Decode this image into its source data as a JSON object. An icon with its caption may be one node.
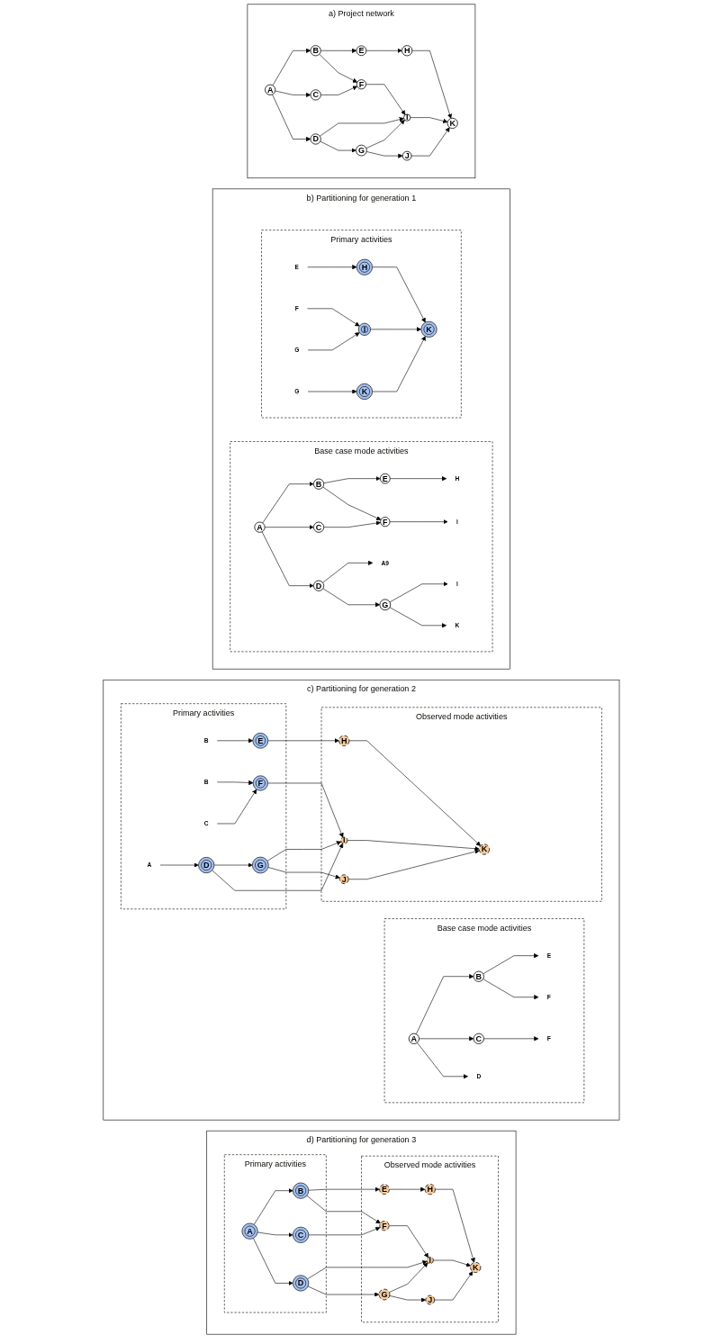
{
  "diagram": {
    "nodes": [
      {
        "text": [
          "a) Project network"
        ]
      },
      {
        "text": [
          "A"
        ],
        "in": 0
      },
      {
        "text": [
          "B"
        ],
        "in": 0
      },
      {
        "text": [
          "C"
        ],
        "in": 0
      },
      {
        "text": [
          "D"
        ],
        "in": 0
      },
      {
        "text": [
          "E"
        ],
        "in": 0
      },
      {
        "text": [
          "F"
        ],
        "in": 0
      },
      {
        "text": [
          "G"
        ],
        "in": 0
      },
      {
        "text": [
          "H"
        ],
        "in": 0
      },
      {
        "text": [
          "I"
        ],
        "in": 0
      },
      {
        "text": [
          "J"
        ],
        "in": 0
      },
      {
        "text": [
          "K"
        ],
        "in": 0
      },
      {
        "text": [
          "b) Partitioning for generation 1"
        ]
      },
      {
        "text": [
          "Base case mode activities"
        ],
        "in": 12
      },
      {
        "text": [
          "A"
        ],
        "in": 13
      },
      {
        "text": [
          "B"
        ],
        "in": 13
      },
      {
        "text": [
          "C"
        ],
        "in": 13
      },
      {
        "text": [
          "D"
        ],
        "in": 13
      },
      {
        "text": [
          "E"
        ],
        "in": 13
      },
      {
        "text": [
          "F"
        ],
        "in": 13
      },
      {
        "text": [
          "G"
        ],
        "in": 13
      },
      {
        "text": [
          "H"
        ],
        "in": 13
      },
      {
        "text": [
          "I"
        ],
        "in": 13
      },
      {
        "text": [
          "A9"
        ],
        "in": 13
      },
      {
        "text": [
          "I"
        ],
        "in": 13
      },
      {
        "text": [
          "K"
        ],
        "in": 13
      },
      {
        "text": [
          "Primary activities"
        ],
        "in": 12
      },
      {
        "text": [
          "E"
        ],
        "in": 26
      },
      {
        "text": [
          "H"
        ],
        "in": 26
      },
      {
        "text": [
          "F"
        ],
        "in": 26
      },
      {
        "text": [
          "I"
        ],
        "in": 26
      },
      {
        "text": [
          "K"
        ],
        "in": 26
      },
      {
        "text": [
          "G"
        ],
        "in": 26
      },
      {
        "text": [
          "G"
        ],
        "in": 26
      },
      {
        "text": [
          "K"
        ],
        "in": 26
      },
      {
        "text": [
          "c) Partitioning for generation 2"
        ]
      },
      {
        "text": [
          "Base case mode activities"
        ],
        "in": 35
      },
      {
        "text": [
          "B"
        ],
        "in": 36
      },
      {
        "text": [
          "E"
        ],
        "in": 36
      },
      {
        "text": [
          "F"
        ],
        "in": 36
      },
      {
        "text": [
          "A"
        ],
        "in": 36
      },
      {
        "text": [
          "C"
        ],
        "in": 36
      },
      {
        "text": [
          "F"
        ],
        "in": 36
      },
      {
        "text": [
          "D"
        ],
        "in": 36
      },
      {
        "text": [
          "Primary activities"
        ],
        "in": 35
      },
      {
        "text": [
          "B"
        ],
        "in": 44
      },
      {
        "text": [
          "E"
        ],
        "in": 44
      },
      {
        "text": [
          "B"
        ],
        "in": 44
      },
      {
        "text": [
          "C"
        ],
        "in": 44
      },
      {
        "text": [
          "F"
        ],
        "in": 44
      },
      {
        "text": [
          "A"
        ],
        "in": 44
      },
      {
        "text": [
          "D"
        ],
        "in": 44
      },
      {
        "text": [
          "G"
        ],
        "in": 44
      },
      {
        "text": [
          "Observed mode activities"
        ],
        "in": 35
      },
      {
        "text": [
          "H"
        ],
        "in": 53
      },
      {
        "text": [
          "I"
        ],
        "in": 53
      },
      {
        "text": [
          "K"
        ],
        "in": 53
      },
      {
        "text": [
          "J"
        ],
        "in": 53
      },
      {
        "text": [
          "d) Partitioning for generation 3"
        ]
      },
      {
        "text": [
          "Primary activities"
        ],
        "in": 58
      },
      {
        "text": [
          "A"
        ],
        "in": 59
      },
      {
        "text": [
          "B"
        ],
        "in": 59
      },
      {
        "text": [
          "C"
        ],
        "in": 59
      },
      {
        "text": [
          "D"
        ],
        "in": 59
      },
      {
        "text": [
          "Observed mode activities"
        ],
        "in": 58
      },
      {
        "text": [
          "E"
        ],
        "in": 64
      },
      {
        "text": [
          "H"
        ],
        "in": 64
      },
      {
        "text": [
          "F"
        ],
        "in": 64
      },
      {
        "text": [
          "I"
        ],
        "in": 64
      },
      {
        "text": [
          "K"
        ],
        "in": 64
      },
      {
        "text": [
          "G"
        ],
        "in": 64
      },
      {
        "text": [
          "J"
        ],
        "in": 64
      }
    ],
    "edges": [
      {
        "from": 1,
        "to": 2,
        "arrow": "to"
      },
      {
        "from": 1,
        "to": 3,
        "arrow": "to"
      },
      {
        "from": 1,
        "to": 4,
        "arrow": "to"
      },
      {
        "from": 2,
        "to": 5,
        "arrow": "to"
      },
      {
        "from": 2,
        "to": 6,
        "arrow": "to"
      },
      {
        "from": 3,
        "to": 6,
        "arrow": "to"
      },
      {
        "from": 4,
        "to": 9,
        "arrow": "to"
      },
      {
        "from": 4,
        "to": 7,
        "arrow": "to"
      },
      {
        "from": 5,
        "to": 8,
        "arrow": "to"
      },
      {
        "from": 6,
        "to": 9,
        "arrow": "to"
      },
      {
        "from": 7,
        "to": 9,
        "arrow": "to"
      },
      {
        "from": 7,
        "to": 10,
        "arrow": "to"
      },
      {
        "from": 8,
        "to": 11,
        "arrow": "to"
      },
      {
        "from": 9,
        "to": 11,
        "arrow": "to"
      },
      {
        "from": 10,
        "to": 11,
        "arrow": "to"
      },
      {
        "from": 14,
        "to": 15,
        "arrow": "to"
      },
      {
        "from": 14,
        "to": 16,
        "arrow": "to"
      },
      {
        "from": 14,
        "to": 17,
        "arrow": "to"
      },
      {
        "from": 15,
        "to": 18,
        "arrow": "to"
      },
      {
        "from": 15,
        "to": 19,
        "arrow": "to"
      },
      {
        "from": 16,
        "to": 19,
        "arrow": "to"
      },
      {
        "from": 17,
        "to": 23,
        "arrow": "to"
      },
      {
        "from": 17,
        "to": 20,
        "arrow": "to"
      },
      {
        "from": 18,
        "to": 21,
        "arrow": "to"
      },
      {
        "from": 19,
        "to": 22,
        "arrow": "to"
      },
      {
        "from": 20,
        "to": 24,
        "arrow": "to"
      },
      {
        "from": 20,
        "to": 25,
        "arrow": "to"
      },
      {
        "from": 27,
        "to": 28,
        "arrow": "to"
      },
      {
        "from": 29,
        "to": 30,
        "arrow": "to"
      },
      {
        "from": 32,
        "to": 30,
        "arrow": "to"
      },
      {
        "from": 33,
        "to": 34,
        "arrow": "to"
      },
      {
        "from": 28,
        "to": 31,
        "arrow": "to"
      },
      {
        "from": 30,
        "to": 31,
        "arrow": "to"
      },
      {
        "from": 34,
        "to": 31,
        "arrow": "to"
      },
      {
        "from": 40,
        "to": 37,
        "arrow": "to"
      },
      {
        "from": 40,
        "to": 41,
        "arrow": "to"
      },
      {
        "from": 40,
        "to": 43,
        "arrow": "to"
      },
      {
        "from": 37,
        "to": 38,
        "arrow": "to"
      },
      {
        "from": 37,
        "to": 39,
        "arrow": "to"
      },
      {
        "from": 41,
        "to": 42,
        "arrow": "to"
      },
      {
        "from": 45,
        "to": 46,
        "arrow": "to"
      },
      {
        "from": 47,
        "to": 49,
        "arrow": "to"
      },
      {
        "from": 48,
        "to": 49,
        "arrow": "to"
      },
      {
        "from": 50,
        "to": 51,
        "arrow": "to"
      },
      {
        "from": 51,
        "to": 52,
        "arrow": "to"
      },
      {
        "from": 51,
        "to": 55,
        "arrow": "to"
      },
      {
        "from": 52,
        "to": 55,
        "arrow": "to"
      },
      {
        "from": 52,
        "to": 57,
        "arrow": "to"
      },
      {
        "from": 46,
        "to": 54,
        "arrow": "to"
      },
      {
        "from": 49,
        "to": 55,
        "arrow": "to"
      },
      {
        "from": 54,
        "to": 56,
        "arrow": "to"
      },
      {
        "from": 55,
        "to": 56,
        "arrow": "to"
      },
      {
        "from": 57,
        "to": 56,
        "arrow": "to"
      },
      {
        "from": 60,
        "to": 61,
        "arrow": "to"
      },
      {
        "from": 60,
        "to": 62,
        "arrow": "to"
      },
      {
        "from": 60,
        "to": 63,
        "arrow": "to"
      },
      {
        "from": 61,
        "to": 65,
        "arrow": "to"
      },
      {
        "from": 61,
        "to": 67,
        "arrow": "to"
      },
      {
        "from": 62,
        "to": 67,
        "arrow": "to"
      },
      {
        "from": 63,
        "to": 68,
        "arrow": "to"
      },
      {
        "from": 63,
        "to": 70,
        "arrow": "to"
      },
      {
        "from": 65,
        "to": 66,
        "arrow": "to"
      },
      {
        "from": 67,
        "to": 68,
        "arrow": "to"
      },
      {
        "from": 70,
        "to": 68,
        "arrow": "to"
      },
      {
        "from": 70,
        "to": 71,
        "arrow": "to"
      },
      {
        "from": 66,
        "to": 69,
        "arrow": "to"
      },
      {
        "from": 68,
        "to": 69,
        "arrow": "to"
      },
      {
        "from": 71,
        "to": 69,
        "arrow": "to"
      }
    ]
  }
}
